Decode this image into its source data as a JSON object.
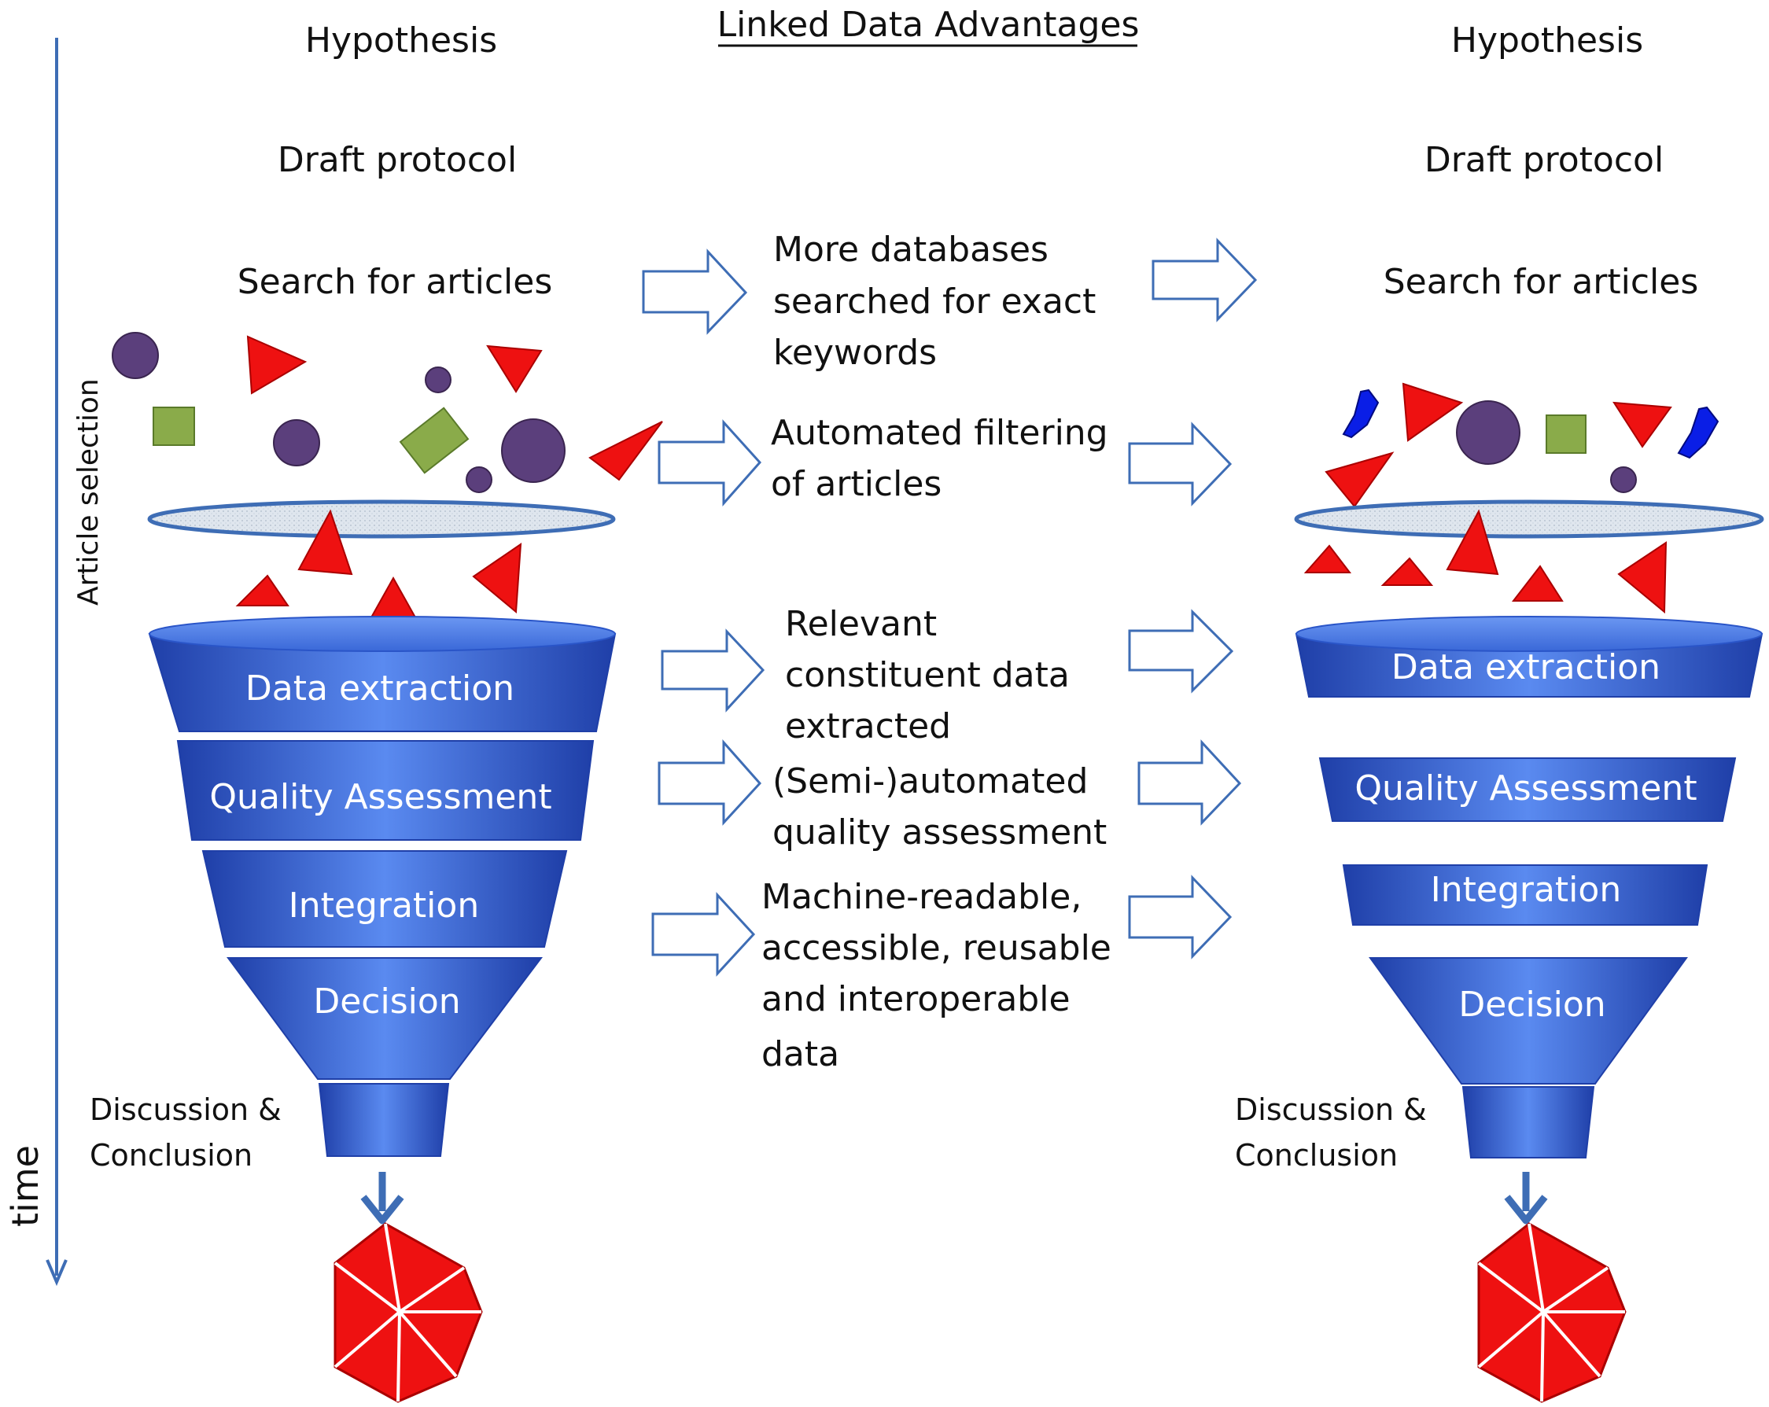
{
  "title": "Linked Data Advantages",
  "time_axis_label": "time",
  "article_selection_label": "Article selection",
  "left": {
    "hypothesis": "Hypothesis",
    "draft_protocol": "Draft protocol",
    "search": "Search for articles",
    "stages": [
      "Data extraction",
      "Quality Assessment",
      "Integration",
      "Decision"
    ],
    "conclusion_line1": "Discussion &",
    "conclusion_line2": "Conclusion"
  },
  "right": {
    "hypothesis": "Hypothesis",
    "draft_protocol": "Draft protocol",
    "search": "Search for articles",
    "stages": [
      "Data extraction",
      "Quality Assessment",
      "Integration",
      "Decision"
    ],
    "conclusion_line1": "Discussion &",
    "conclusion_line2": "Conclusion"
  },
  "advantages": [
    {
      "lines": [
        "More databases",
        "searched for exact",
        "keywords"
      ]
    },
    {
      "lines": [
        "Automated filtering",
        "of articles"
      ]
    },
    {
      "lines": [
        "Relevant",
        "constituent data",
        "extracted"
      ]
    },
    {
      "lines": [
        "(Semi-)automated",
        "quality assessment"
      ]
    },
    {
      "lines": [
        "Machine-readable,",
        "accessible, reusable",
        "and interoperable",
        "data"
      ]
    }
  ],
  "colors": {
    "funnel_blue": "#3d6fe0",
    "funnel_dark": "#1f3fa8",
    "red_shape": "#ee1111",
    "purple_circle": "#5b3f7c",
    "green_square": "#8aab4a",
    "blue_shape": "#0a1ee6",
    "arrow_outline": "#3e6db5"
  }
}
